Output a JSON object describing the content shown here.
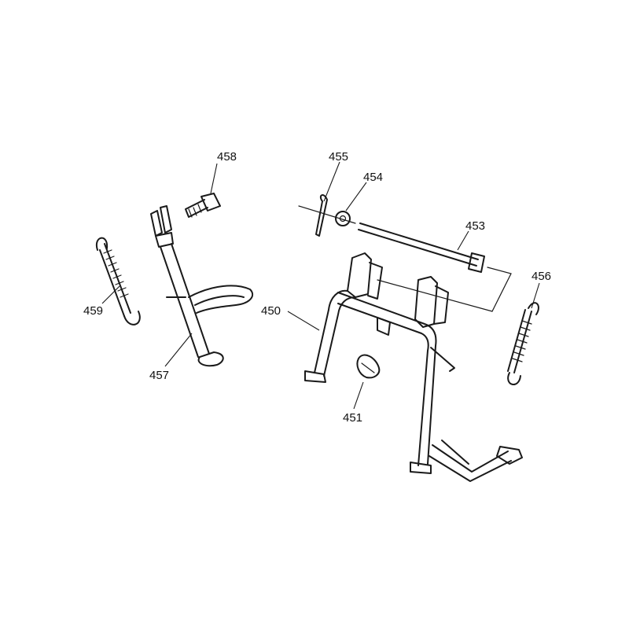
{
  "parts": [
    {
      "id": "p450",
      "number": "450"
    },
    {
      "id": "p451",
      "number": "451"
    },
    {
      "id": "p453",
      "number": "453"
    },
    {
      "id": "p454",
      "number": "454"
    },
    {
      "id": "p455",
      "number": "455"
    },
    {
      "id": "p456",
      "number": "456"
    },
    {
      "id": "p457",
      "number": "457"
    },
    {
      "id": "p458",
      "number": "458"
    },
    {
      "id": "p459",
      "number": "459"
    }
  ],
  "colors": {
    "line": "#1a1a1a",
    "background": "#ffffff"
  }
}
